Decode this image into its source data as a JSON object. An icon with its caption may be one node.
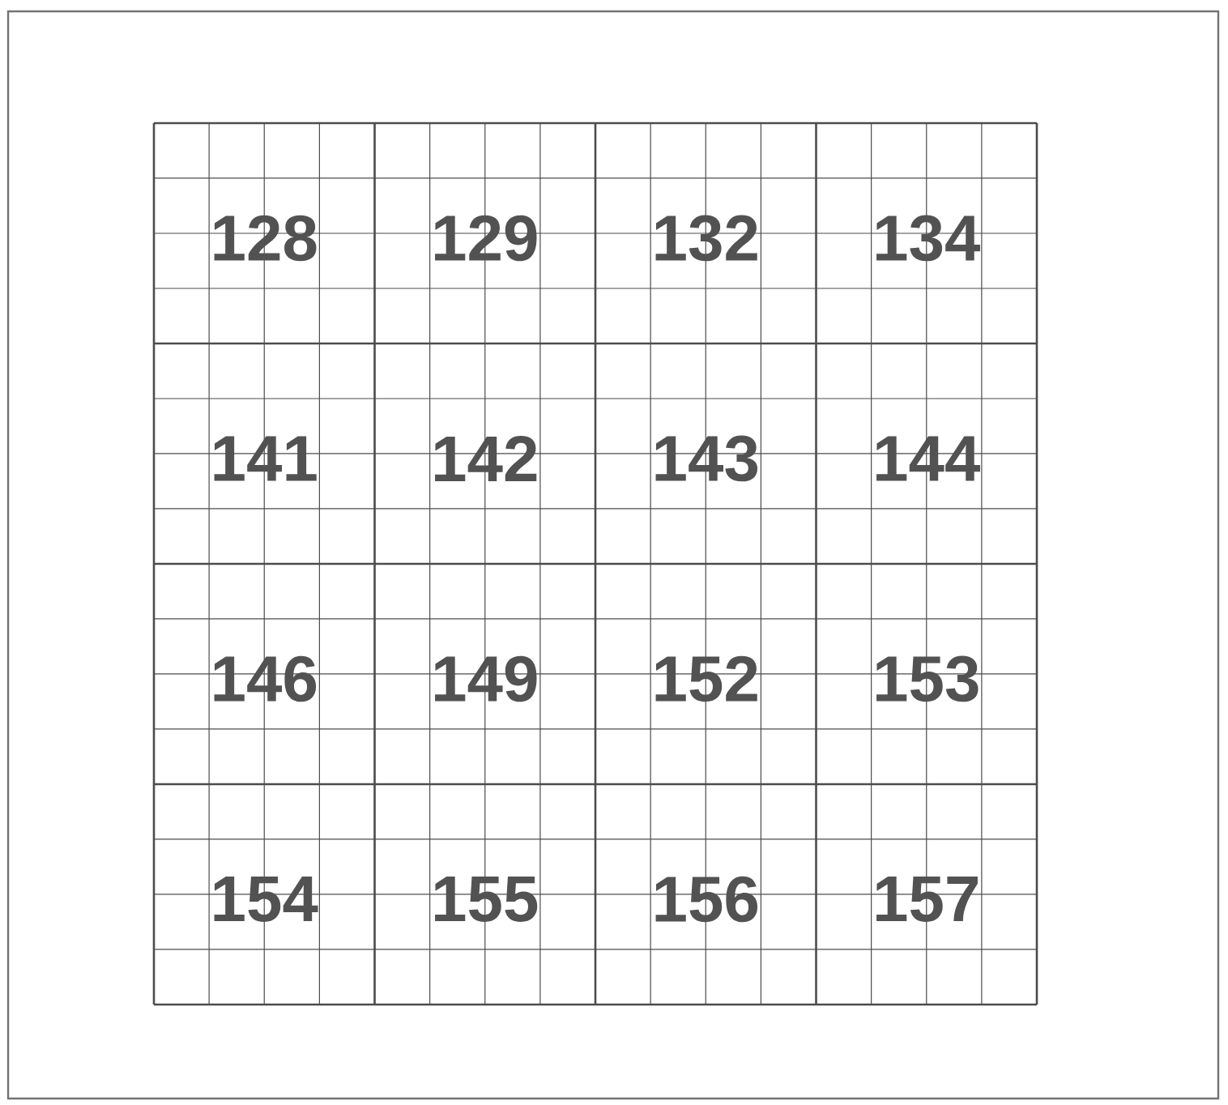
{
  "diagram": {
    "labels": [
      "128",
      "129",
      "132",
      "134",
      "141",
      "142",
      "143",
      "144",
      "146",
      "149",
      "152",
      "153",
      "154",
      "155",
      "156",
      "157"
    ]
  }
}
